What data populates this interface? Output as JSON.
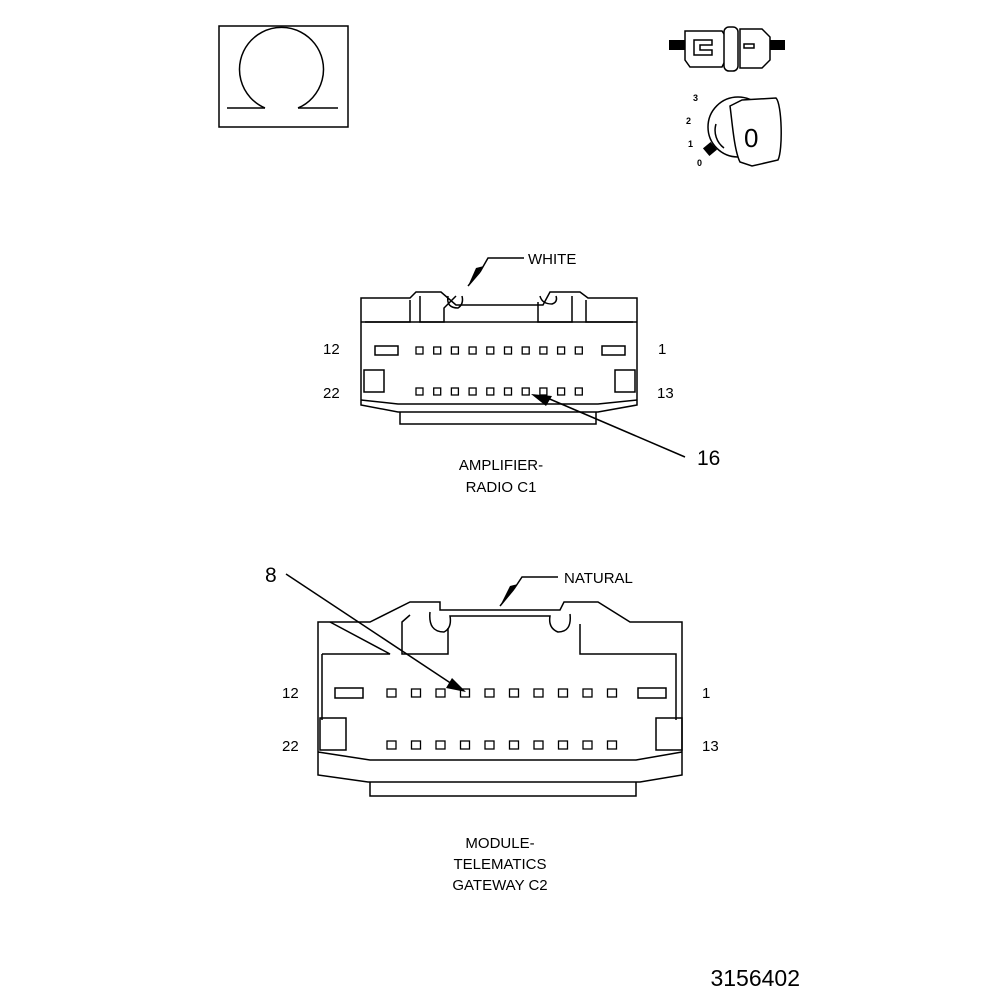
{
  "icons": {
    "disconnect_symbol": "omega-icon",
    "connector_symbol": "connector-pair-icon",
    "ignition_symbol": "ignition-key-icon",
    "ignition_positions": [
      "3",
      "2",
      "1",
      "0"
    ],
    "ignition_key_label": "0"
  },
  "connector_c1": {
    "color_label": "WHITE",
    "pin_label_top_left": "12",
    "pin_label_top_right": "1",
    "pin_label_bottom_left": "22",
    "pin_label_bottom_right": "13",
    "callout_pin": "16",
    "name_line1": "AMPLIFIER-",
    "name_line2": "RADIO C1"
  },
  "connector_c2": {
    "color_label": "NATURAL",
    "pin_label_top_left": "12",
    "pin_label_top_right": "1",
    "pin_label_bottom_left": "22",
    "pin_label_bottom_right": "13",
    "callout_pin": "8",
    "name_line1": "MODULE-",
    "name_line2": "TELEMATICS",
    "name_line3": "GATEWAY C2"
  },
  "figure_number": "3156402"
}
